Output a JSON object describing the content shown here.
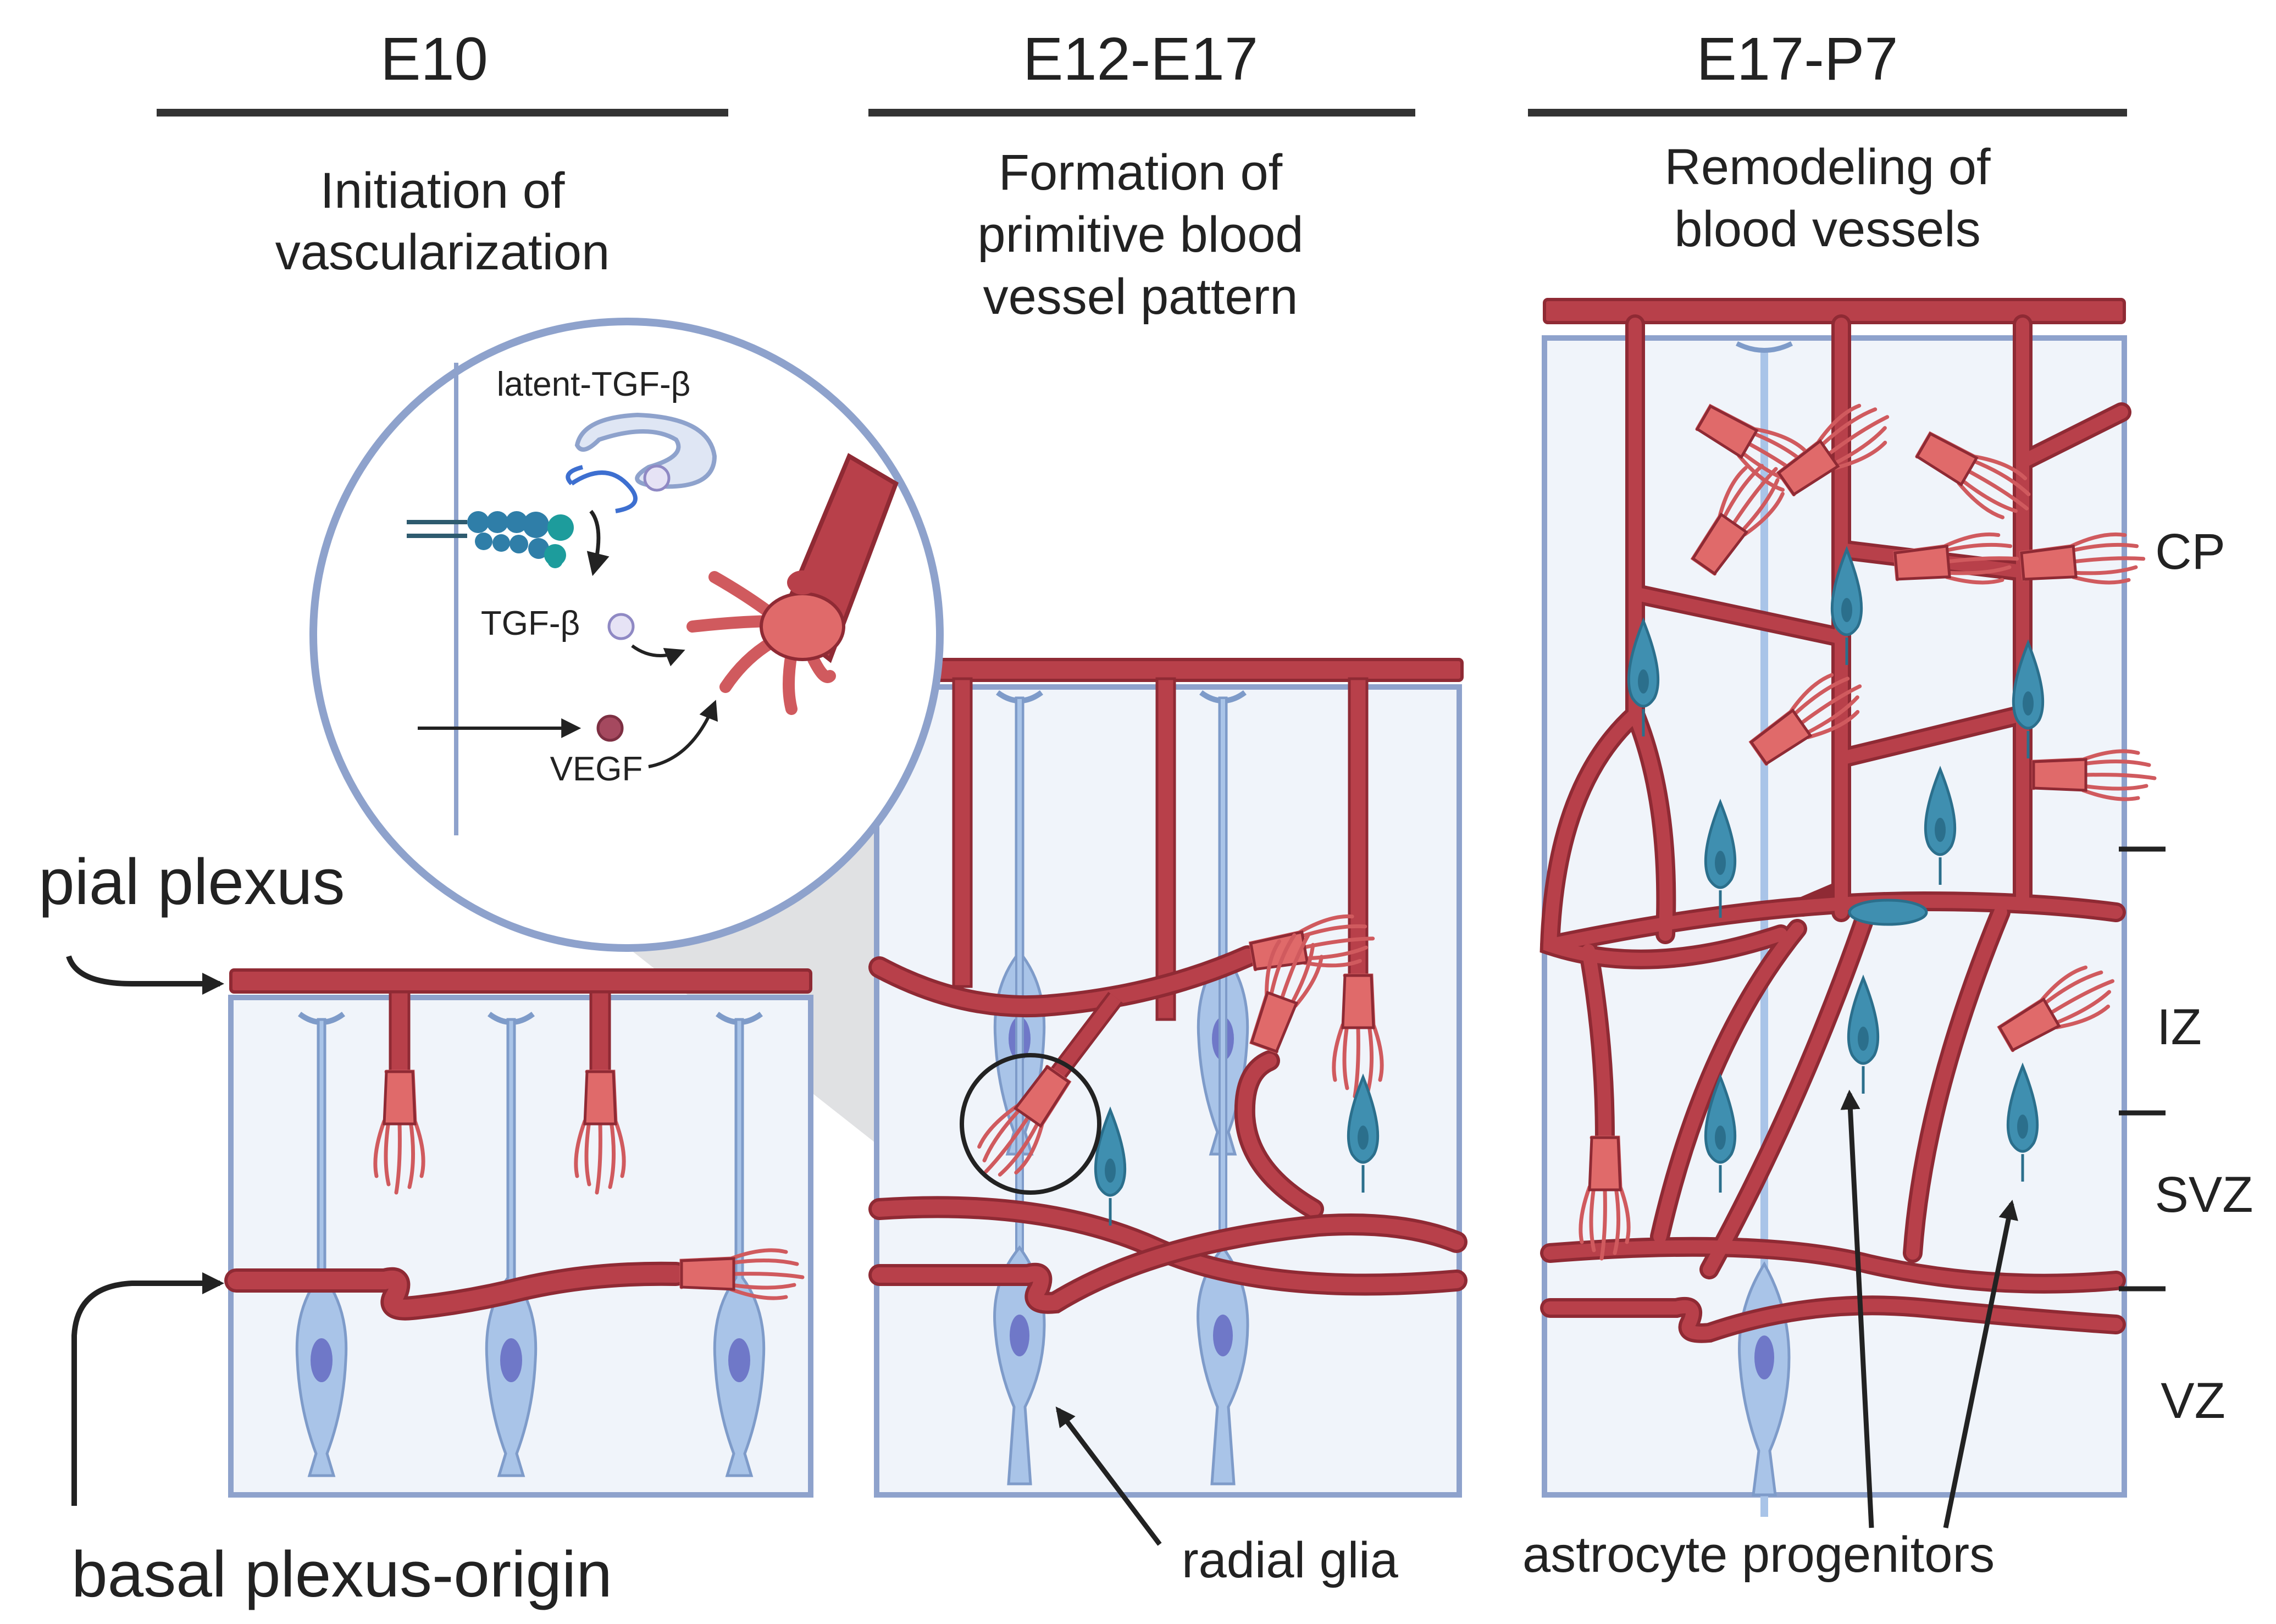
{
  "stages": [
    {
      "label": "E10",
      "caption": [
        "Initiation of",
        "vascularization"
      ]
    },
    {
      "label": "E12-E17",
      "caption": [
        "Formation of",
        "primitive blood",
        "vessel pattern"
      ]
    },
    {
      "label": "E17-P7",
      "caption": [
        "Remodeling of",
        "blood vessels"
      ]
    }
  ],
  "inset": {
    "latent": "latent-TGF-β",
    "tgf": "TGF-β",
    "vegf": "VEGF"
  },
  "side_labels": {
    "pial": "pial plexus",
    "basal": "basal plexus-origin"
  },
  "bottom_labels": {
    "radial": "radial glia",
    "astro": "astrocyte progenitors"
  },
  "zones": [
    "CP",
    "IZ",
    "SVZ",
    "VZ"
  ],
  "colors": {
    "vessel": "#b8404a",
    "vessel_edge": "#8f2a34",
    "tip": "#e06a6a",
    "panel_bg": "#f0f4fa",
    "panel_border": "#8ea2cc",
    "glia": "#a9c4e8",
    "glia_nucleus": "#6f78c8",
    "astro": "#3f8fb0"
  }
}
